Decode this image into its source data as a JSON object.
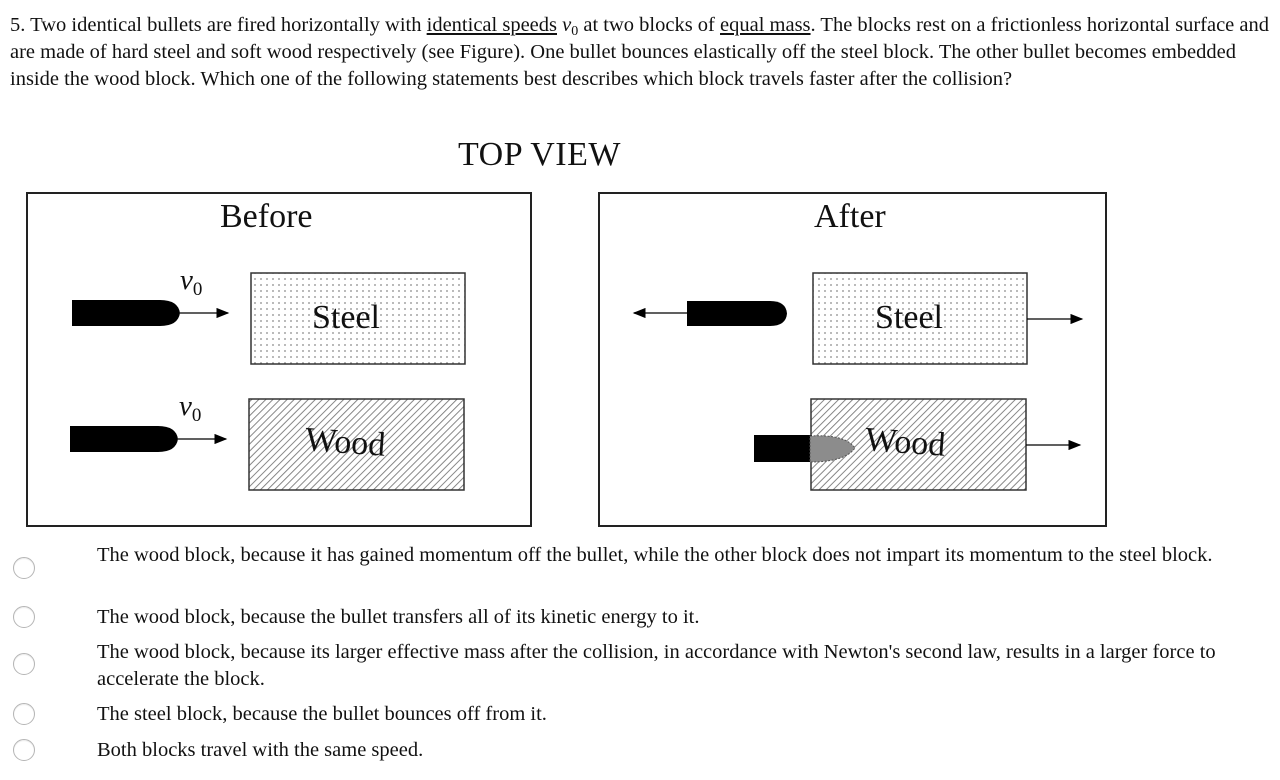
{
  "question": {
    "number": "5.",
    "part1": "Two identical bullets are fired horizontally with ",
    "underline1": "identical speeds",
    "var_symbol": "v",
    "var_subscript": "0",
    "part2": " at two blocks of ",
    "underline2": "equal mass",
    "part3": ". The blocks rest on a frictionless horizontal surface and are made of hard steel and soft wood respectively (see Figure). One bullet bounces elastically off the steel block. The other bullet becomes embedded inside the wood block. Which one of the following statements best describes which block travels faster after the collision?"
  },
  "figure": {
    "title": "TOP VIEW",
    "before": {
      "title": "Before",
      "steel_label": "Steel",
      "wood_label": "Wood",
      "velocity_symbol": "v",
      "velocity_subscript": "0"
    },
    "after": {
      "title": "After",
      "steel_label": "Steel",
      "wood_label": "Wood"
    },
    "colors": {
      "bullet": "#000000",
      "border": "#222222",
      "steel_dots": "#8a8a8a",
      "wood_hatch": "#7a7a7a",
      "embedded_tip": "#8c8c8c"
    }
  },
  "options": [
    {
      "label": "The wood block, because it has gained momentum off the bullet, while the other block does not impart its momentum to the steel block.",
      "selected": false
    },
    {
      "label": "The wood block, because the bullet transfers all of its kinetic energy to it.",
      "selected": false
    },
    {
      "label": "The wood block, because its larger effective mass after the collision, in accordance with Newton's second law, results in a larger force to accelerate the block.",
      "selected": false
    },
    {
      "label": "The steel block, because the bullet bounces off from it.",
      "selected": false
    },
    {
      "label": "Both blocks travel with the same speed.",
      "selected": false
    }
  ]
}
